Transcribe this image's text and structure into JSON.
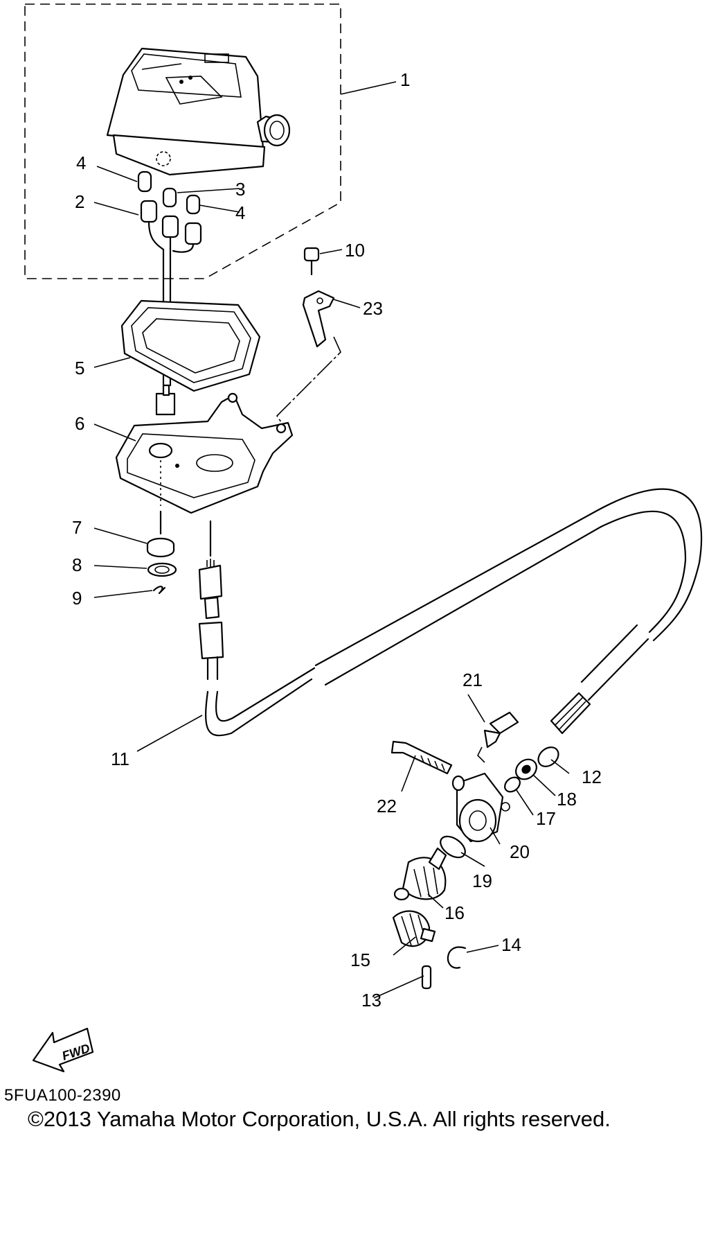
{
  "diagram": {
    "doc_code": "5FUA100-2390",
    "copyright": "©2013 Yamaha Motor Corporation, U.S.A. All rights reserved.",
    "fwd_label": "FWD",
    "callouts": {
      "p1": "1",
      "p2": "2",
      "p3": "3",
      "p4a": "4",
      "p4b": "4",
      "p5": "5",
      "p6": "6",
      "p7": "7",
      "p8": "8",
      "p9": "9",
      "p10": "10",
      "p11": "11",
      "p12": "12",
      "p13": "13",
      "p14": "14",
      "p15": "15",
      "p16": "16",
      "p17": "17",
      "p18": "18",
      "p19": "19",
      "p20": "20",
      "p21": "21",
      "p22": "22",
      "p23": "23"
    }
  }
}
